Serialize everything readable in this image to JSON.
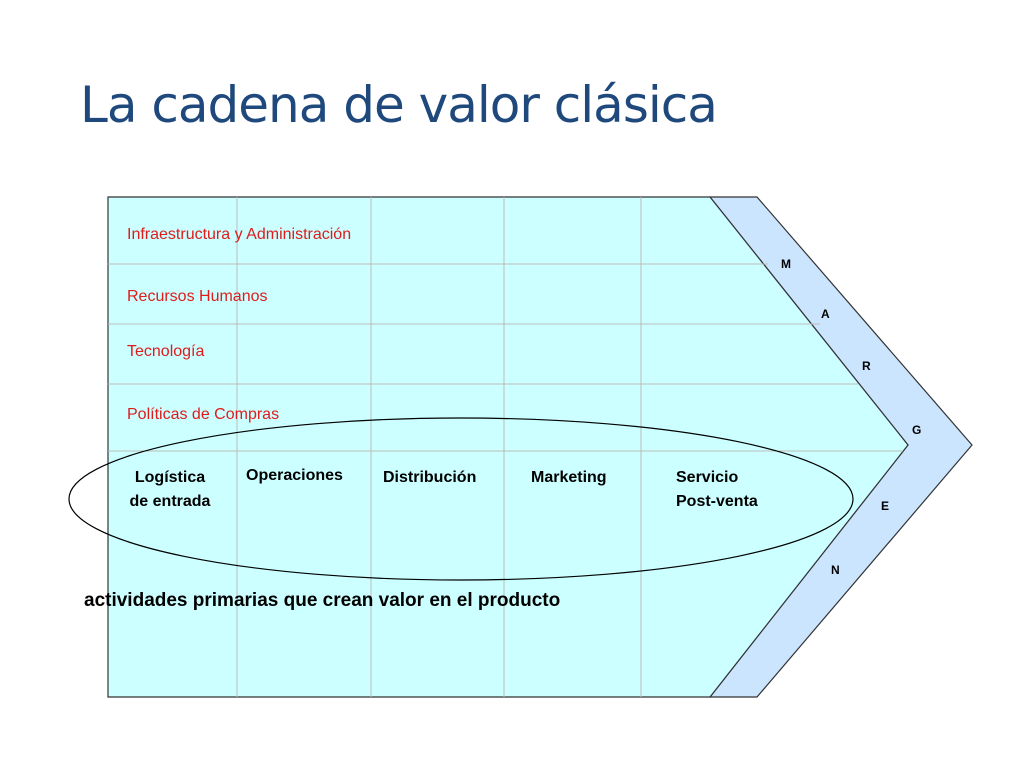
{
  "title": "La cadena de valor clásica",
  "support_activities": [
    "Infraestructura y Administración",
    "Recursos Humanos",
    "Tecnología",
    "Políticas de Compras"
  ],
  "primary_activities": [
    {
      "line1": "Logística",
      "line2": "de entrada"
    },
    {
      "line1": "Operaciones",
      "line2": ""
    },
    {
      "line1": "Distribución",
      "line2": ""
    },
    {
      "line1": "Marketing",
      "line2": ""
    },
    {
      "line1": "Servicio",
      "line2": "Post-venta"
    }
  ],
  "margin_letters": [
    "M",
    "A",
    "R",
    "G",
    "E",
    "N"
  ],
  "caption": "actividades primarias que crean valor en el producto",
  "colors": {
    "title": "#1f497d",
    "body_fill": "#ccffff",
    "margin_fill": "#cce5ff",
    "support_text": "#e11b1b"
  }
}
